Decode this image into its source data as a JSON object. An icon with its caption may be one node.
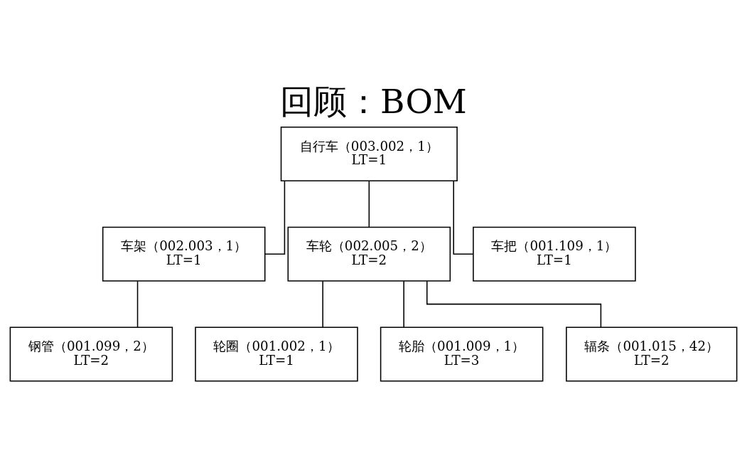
{
  "diagram": {
    "title": "回顾：BOM",
    "nodes": [
      {
        "text": [
          "自行车（003.002，1）",
          "LT=1"
        ]
      },
      {
        "text": [
          "车架（002.003，1）",
          "LT=1"
        ]
      },
      {
        "text": [
          "车轮（002.005，2）",
          "LT=2"
        ]
      },
      {
        "text": [
          "车把（001.109，1）",
          "LT=1"
        ]
      },
      {
        "text": [
          "钢管（001.099，2）",
          "LT=2"
        ]
      },
      {
        "text": [
          "轮圈（001.002，1）",
          "LT=1"
        ]
      },
      {
        "text": [
          "轮胎（001.009，1）",
          "LT=3"
        ]
      },
      {
        "text": [
          "辐条（001.015，42）",
          "LT=2"
        ]
      }
    ],
    "edges": [
      {
        "from": 0,
        "to": 1,
        "arrow": "none"
      },
      {
        "from": 0,
        "to": 2,
        "arrow": "none"
      },
      {
        "from": 0,
        "to": 3,
        "arrow": "none"
      },
      {
        "from": 1,
        "to": 4,
        "arrow": "none"
      },
      {
        "from": 2,
        "to": 5,
        "arrow": "none"
      },
      {
        "from": 2,
        "to": 6,
        "arrow": "none"
      },
      {
        "from": 2,
        "to": 7,
        "arrow": "none"
      }
    ]
  }
}
